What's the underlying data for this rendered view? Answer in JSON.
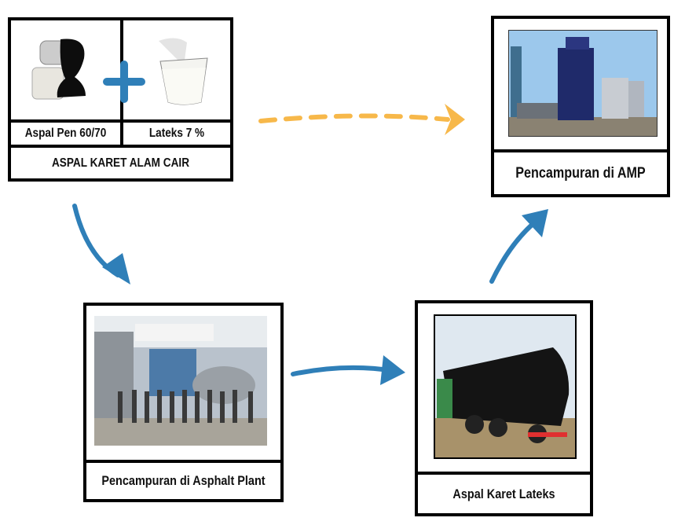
{
  "inputs": {
    "bitumen_label": "Aspal Pen 60/70",
    "latex_label": "Lateks 7 %",
    "product_label": "ASPAL KARET ALAM CAIR",
    "plus_icon": "plus-icon"
  },
  "steps": {
    "asphalt_plant": "Pencampuran di Asphalt Plant",
    "tanker": "Aspal Karet Lateks",
    "amp": "Pencampuran di AMP"
  },
  "colors": {
    "arrow_blue": "#2f7fb8",
    "arrow_orange": "#f7b84a",
    "border": "#000000"
  }
}
